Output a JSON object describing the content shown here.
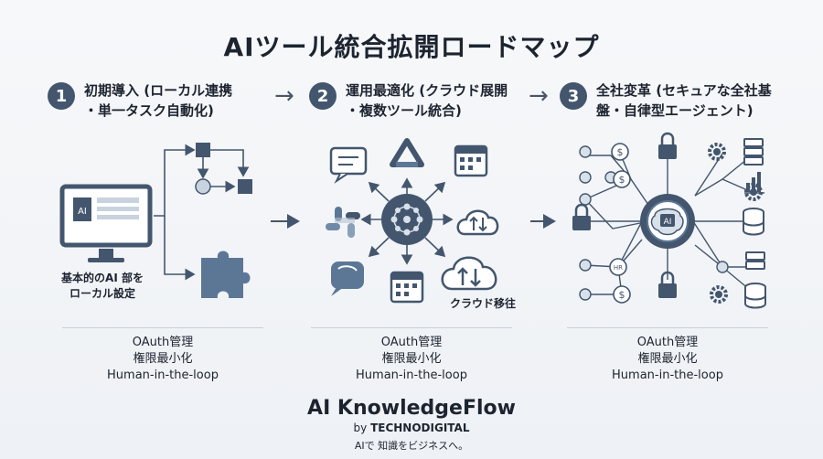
{
  "title": "AIツール統合拡開ロードマップ",
  "stages": [
    {
      "num": "1",
      "line1": "初期導入 (ローカル連携",
      "line2": "・単一タスク自動化)",
      "caption_line1": "基本的のAI 部を",
      "caption_line2": "ローカル設定",
      "notes": [
        "OAuth管理",
        "権限最小化",
        "Human-in-the-loop"
      ]
    },
    {
      "num": "2",
      "line1": "運用最適化 (クラウド展開",
      "line2": "・複数ツール統合)",
      "caption": "クラウド移往",
      "notes": [
        "OAuth管理",
        "権限最小化",
        "Human-in-the-loop"
      ]
    },
    {
      "num": "3",
      "line1": "全社変革 (セキュアな全社基",
      "line2": "盤・自律型エージェント)",
      "notes": [
        "OAuth管理",
        "権限最小化",
        "Human-in-the-loop"
      ]
    }
  ],
  "icons": {
    "monitor_label": "AI",
    "hub3_label": "AI",
    "hr_label": "HR",
    "dollar": "$"
  },
  "brand": {
    "name": "AI KnowledgeFlow",
    "by_prefix": "by",
    "by_company": "TECHNODIGITAL",
    "tagline": "AIで 知識をビジネスへ。"
  },
  "colors": {
    "primary": "#43566e",
    "accent": "#5c7796",
    "light": "#d8e0ea"
  }
}
